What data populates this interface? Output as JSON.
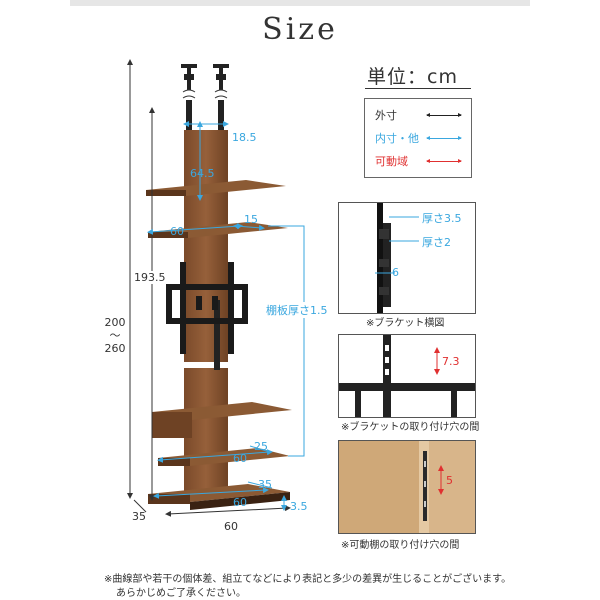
{
  "title": "Size",
  "unit_label": "単位：cm",
  "legend": {
    "outer": {
      "label": "外寸",
      "color": "#222222"
    },
    "inner": {
      "label": "内寸・他",
      "color": "#3aa7df"
    },
    "movable": {
      "label": "可動域",
      "color": "#e03030"
    }
  },
  "dimensions": {
    "total_height_line1": "200",
    "total_height_line2": "〜",
    "total_height_line3": "260",
    "inner_height": "193.5",
    "pole_width": "18.5",
    "upper_gap": "64.5",
    "shelf_width": "60",
    "shelf_depth": "15",
    "shelf_thickness": "棚板厚さ1.5",
    "lower_shelf1_width": "60",
    "lower_shelf1_depth": "25",
    "lower_shelf2_width": "60",
    "lower_shelf2_depth": "35",
    "base_thickness": "3.5",
    "base_depth": "35",
    "base_width": "60"
  },
  "bracket_side": {
    "thickness_outer": "厚さ3.5",
    "thickness_inner": "厚さ2",
    "gap": "6",
    "caption": "※ブラケット横図"
  },
  "bracket_holes": {
    "pitch": "7.3",
    "caption": "※ブラケットの取り付け穴の間"
  },
  "shelf_holes": {
    "pitch": "5",
    "caption": "※可動棚の取り付け穴の間"
  },
  "notes": {
    "line1": "※曲線部や若干の個体差、組立てなどにより表記と多少の差異が生じることがございます。",
    "line2": "あらかじめご了承ください。"
  }
}
